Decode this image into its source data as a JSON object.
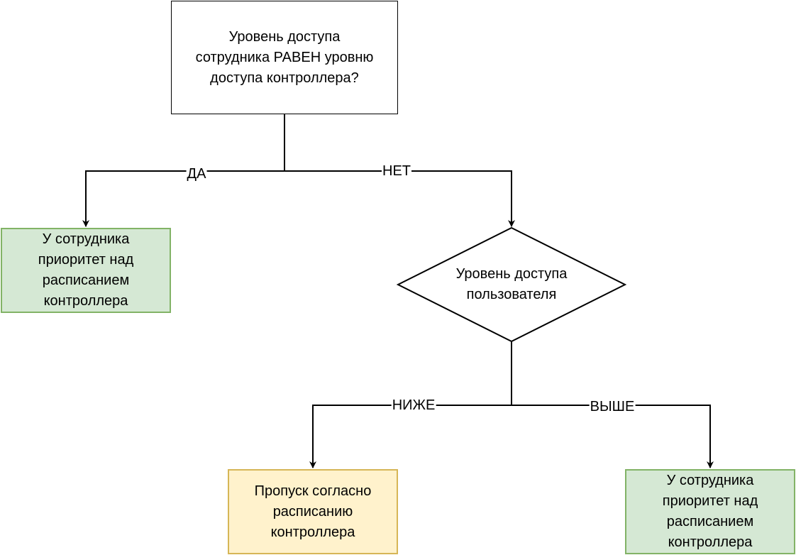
{
  "colors": {
    "stroke": "#000000",
    "green_fill": "#d5e8d4",
    "green_stroke": "#82b366",
    "yellow_fill": "#fff2cc",
    "yellow_stroke": "#d6b656"
  },
  "nodes": {
    "question_equal": "Уровень доступа\nсотрудника РАВЕН уровню\nдоступа контроллера?",
    "result_yes": "У сотрудника\nприоритет над\nрасписанием\nконтроллера",
    "decision_level": "Уровень доступа\nпользователя",
    "result_lower": "Пропуск согласно\nрасписанию\nконтроллера",
    "result_higher": "У сотрудника\nприоритет над\nрасписанием\nконтроллера"
  },
  "edges": {
    "yes": "ДА",
    "no": "НЕТ",
    "lower": "НИЖЕ",
    "higher": "ВЫШЕ"
  }
}
